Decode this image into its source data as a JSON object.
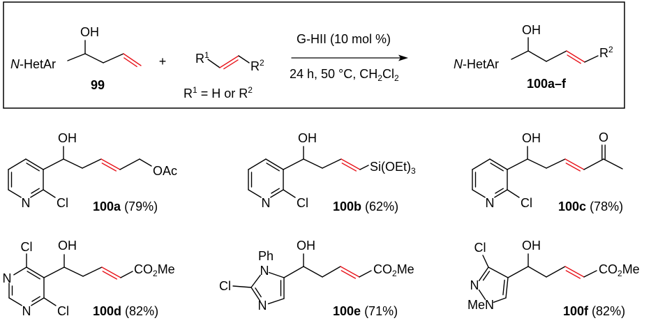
{
  "colors": {
    "bond": "#000000",
    "new_alkene": "#e8141b",
    "frame": "#000000"
  },
  "scheme": {
    "reactant": {
      "n_italic": "N",
      "rest": "-HetAr",
      "oh": "OH",
      "label": "99"
    },
    "plus": "+",
    "partner": {
      "r1": "R",
      "r1_sup": "1",
      "r2": "R",
      "r2_sup": "2",
      "note_r": "R",
      "note_sup1": "1",
      "note_mid": " = H or R",
      "note_sup2": "2"
    },
    "conditions": {
      "above": "G-HII (10 mol %)",
      "below": "24 h, 50 °C, CH",
      "sub1": "2",
      "cl": "Cl",
      "sub2": "2"
    },
    "product": {
      "n_italic": "N",
      "rest": "-HetAr",
      "oh": "OH",
      "r2": "R",
      "r2_sup": "2",
      "label": "100a–f"
    }
  },
  "compounds": [
    {
      "label": "100a",
      "yield": "(79%)",
      "n": "N",
      "cl": "Cl",
      "oh": "OH",
      "end": "OAc"
    },
    {
      "label": "100b",
      "yield": "(62%)",
      "n": "N",
      "cl": "Cl",
      "oh": "OH",
      "end": "Si(OEt)",
      "end_sub": "3"
    },
    {
      "label": "100c",
      "yield": "(78%)",
      "n": "N",
      "cl": "Cl",
      "oh": "OH",
      "o": "O"
    },
    {
      "label": "100d",
      "yield": "(82%)",
      "n1": "N",
      "n2": "N",
      "cl1": "Cl",
      "cl2": "Cl",
      "oh": "OH",
      "end1": "CO",
      "end_sub": "2",
      "end2": "Me"
    },
    {
      "label": "100e",
      "yield": "(71%)",
      "ph": "Ph",
      "n1": "N",
      "n3": "N",
      "cl": "Cl",
      "oh": "OH",
      "end1": "CO",
      "end_sub": "2",
      "end2": "Me"
    },
    {
      "label": "100f",
      "yield": "(82%)",
      "cl": "Cl",
      "n2": "N",
      "n1": "MeN",
      "oh": "OH",
      "end1": "CO",
      "end_sub": "2",
      "end2": "Me"
    }
  ]
}
